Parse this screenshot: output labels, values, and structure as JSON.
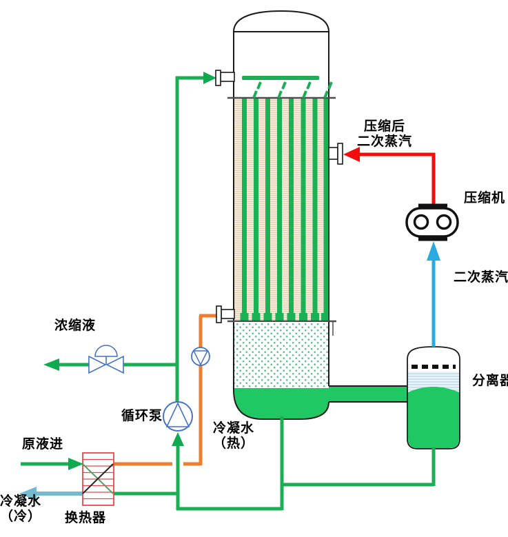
{
  "diagram": {
    "type": "process-flow-diagram",
    "description": "MVR falling-film evaporator flow diagram",
    "labels": {
      "concentrate": "浓缩液",
      "circulation_pump": "循环泵",
      "condensate_hot_line1": "冷凝水",
      "condensate_hot_line2": "（热）",
      "feed_in": "原液进",
      "condensate_cold_line1": "冷凝水",
      "condensate_cold_line2": "（冷）",
      "heat_exchanger": "换热器",
      "compressed_vapor_line1": "压缩后",
      "compressed_vapor_line2": "二次蒸汽",
      "compressor": "压缩机",
      "secondary_vapor": "二次蒸汽",
      "separator": "分离器"
    },
    "colors": {
      "process_green_line": "#1CAE54",
      "liquid_fill_green": "#1FC863",
      "vapor_red": "#F40B0B",
      "vapor_blue": "#29ABE2",
      "condensate_orange": "#ED7D31",
      "cold_condensate_teal": "#74BBCF",
      "symbol_outline_blue": "#4472C4",
      "heat_exchanger_red": "#E8474C",
      "tube_section_beige": "#F5EADA"
    }
  }
}
